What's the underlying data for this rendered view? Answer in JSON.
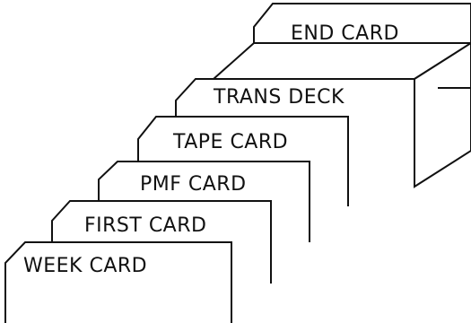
{
  "deck": {
    "cards": [
      {
        "id": "end-card",
        "label": "END CARD"
      },
      {
        "id": "trans-deck",
        "label": "TRANS DECK"
      },
      {
        "id": "tape-card",
        "label": "TAPE CARD"
      },
      {
        "id": "pmf-card",
        "label": "PMF CARD"
      },
      {
        "id": "first-card",
        "label": "FIRST CARD"
      },
      {
        "id": "week-card",
        "label": "WEEK CARD"
      }
    ]
  },
  "colors": {
    "line": "#111111",
    "paper": "#ffffff"
  }
}
